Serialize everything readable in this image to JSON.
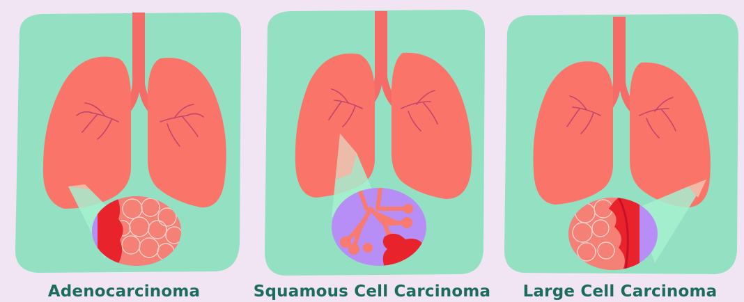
{
  "colors": {
    "background": "#f1e4f3",
    "panel": "#93e0c3",
    "lung": "#fb746a",
    "lung_outline": "#e6574f",
    "airway": "#c2466b",
    "trachea": "#f46b68",
    "callout": "#a6f0cf",
    "magnifier_bg": "#b68ef5",
    "tumor": "#e8232b",
    "caption": "#1b6b5e"
  },
  "panels": [
    {
      "caption": "Adenocarcinoma",
      "icon": "adenocarcinoma-cells"
    },
    {
      "caption": "Squamous Cell Carcinoma",
      "icon": "squamous-airway-tumor"
    },
    {
      "caption": "Large Cell Carcinoma",
      "icon": "large-cell-tumor"
    }
  ]
}
